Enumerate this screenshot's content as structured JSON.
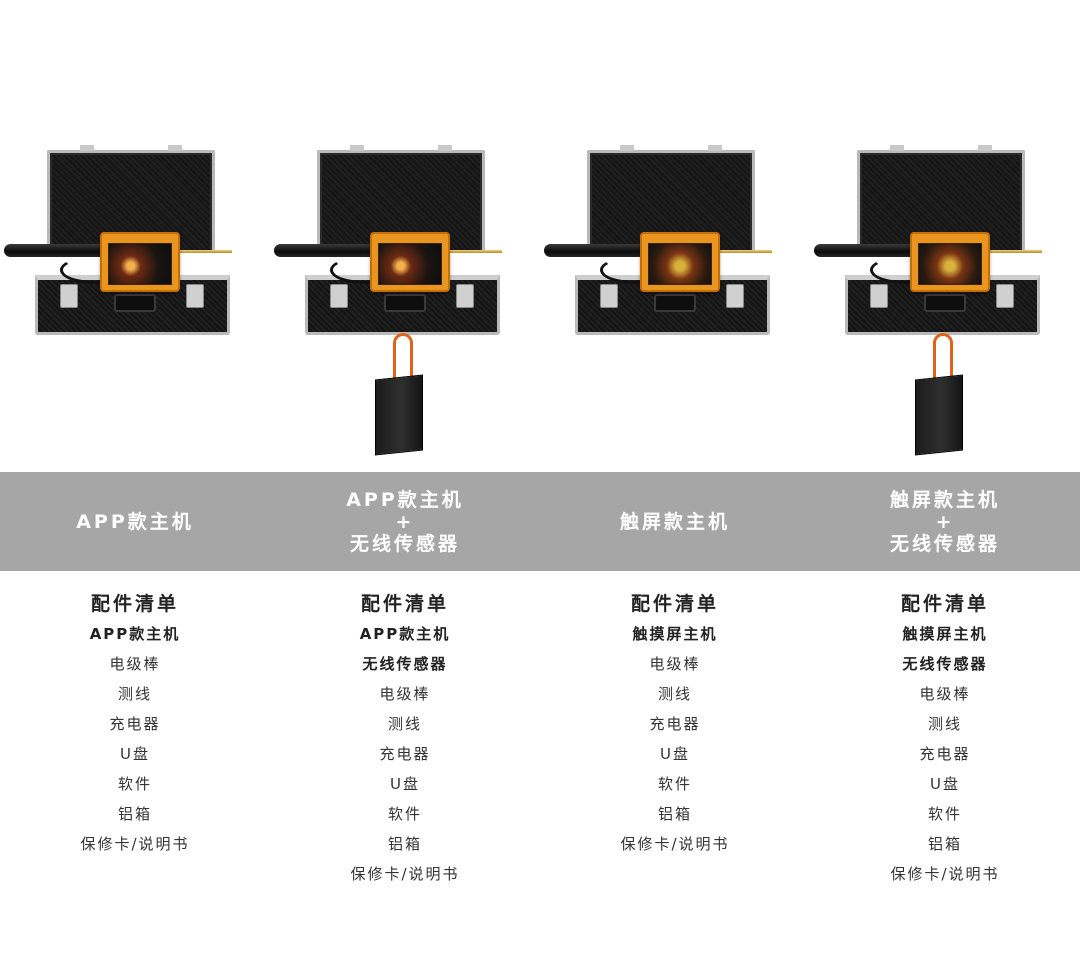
{
  "columns": [
    {
      "heading_lines": [
        "APP款主机"
      ],
      "list_title": "配件清单",
      "items": [
        "APP款主机",
        "电级棒",
        "测线",
        "充电器",
        "U盘",
        "软件",
        "铝箱",
        "保修卡/说明书"
      ],
      "bold_count": 1,
      "has_sensor": false,
      "device_type": "app"
    },
    {
      "heading_lines": [
        "APP款主机",
        "+",
        "无线传感器"
      ],
      "list_title": "配件清单",
      "items": [
        "APP款主机",
        "无线传感器",
        "电级棒",
        "测线",
        "充电器",
        "U盘",
        "软件",
        "铝箱",
        "保修卡/说明书"
      ],
      "bold_count": 2,
      "has_sensor": true,
      "device_type": "app"
    },
    {
      "heading_lines": [
        "触屏款主机"
      ],
      "list_title": "配件清单",
      "items": [
        "触摸屏主机",
        "电级棒",
        "测线",
        "充电器",
        "U盘",
        "软件",
        "铝箱",
        "保修卡/说明书"
      ],
      "bold_count": 1,
      "has_sensor": false,
      "device_type": "touch"
    },
    {
      "heading_lines": [
        "触屏款主机",
        "+",
        "无线传感器"
      ],
      "list_title": "配件清单",
      "items": [
        "触摸屏主机",
        "无线传感器",
        "电级棒",
        "测线",
        "充电器",
        "U盘",
        "软件",
        "铝箱",
        "保修卡/说明书"
      ],
      "bold_count": 2,
      "has_sensor": true,
      "device_type": "touch"
    }
  ],
  "colors": {
    "band": "#a6a6a6",
    "heading_text": "#ffffff",
    "device_orange": "#e9951f",
    "wire_orange": "#e0621b"
  }
}
